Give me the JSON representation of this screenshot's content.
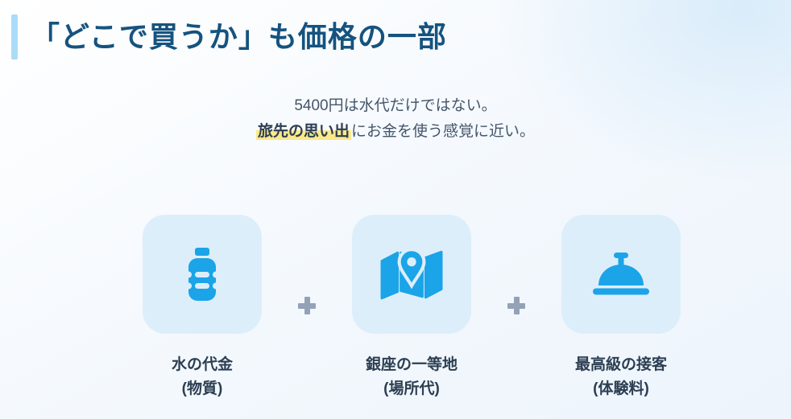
{
  "theme": {
    "title_color": "#15537f",
    "accent_bar": "#aadcf7",
    "text": "#44566b",
    "text_strong": "#2c3e52",
    "highlight": "#fbe88a",
    "icon_blue": "#1ba4e8",
    "card_bg": "#ddeefb",
    "plus": "#93a2b5",
    "page_bg": "#f3f8fd",
    "glow": "#d9ecfa"
  },
  "header": {
    "title": "「どこで買うか」も価格の一部"
  },
  "intro": {
    "line1": "5400円は水代だけではない。",
    "line2_highlight": "旅先の思い出",
    "line2_rest": "にお金を使う感覚に近い。"
  },
  "equation": {
    "separator": "+",
    "items": [
      {
        "icon": "water-bottle-icon",
        "label": "水の代金",
        "sublabel": "(物質)"
      },
      {
        "icon": "map-location-icon",
        "label": "銀座の一等地",
        "sublabel": "(場所代)"
      },
      {
        "icon": "cloche-icon",
        "label": "最高級の接客",
        "sublabel": "(体験料)"
      }
    ]
  }
}
